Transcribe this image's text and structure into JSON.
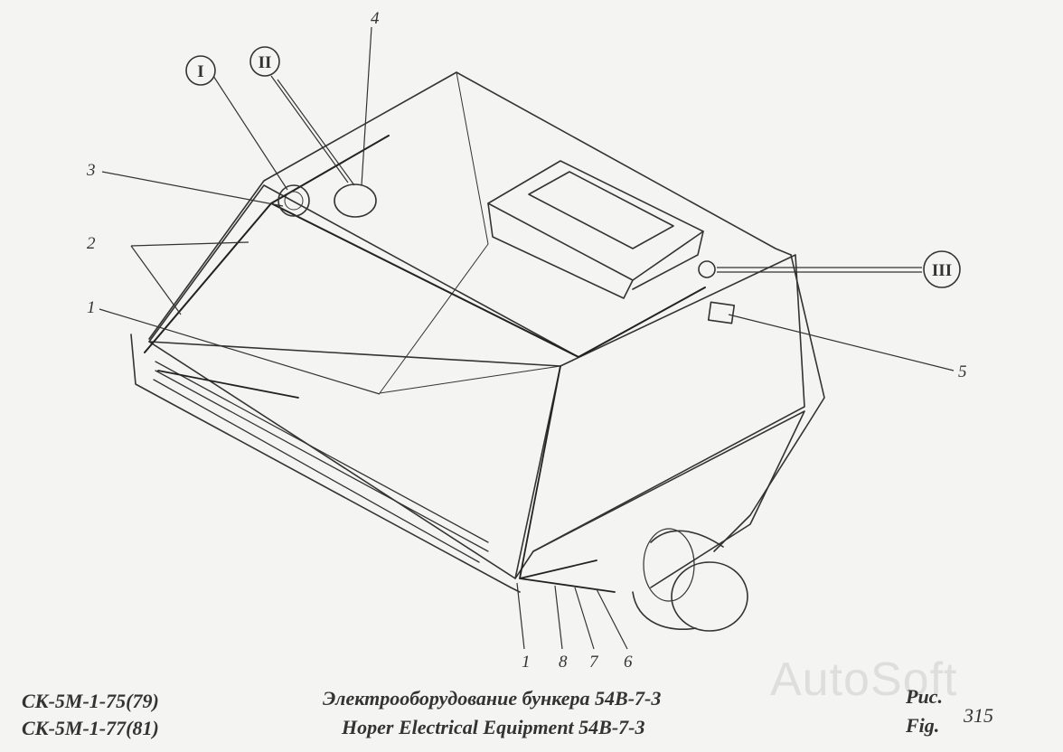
{
  "callouts": {
    "n1a": "1",
    "n1b": "1",
    "n2": "2",
    "n3": "3",
    "n4": "4",
    "n5": "5",
    "n6": "6",
    "n7": "7",
    "n8": "8",
    "rI": "I",
    "rII": "II",
    "rIII": "III"
  },
  "footer": {
    "model_1": "СК-5М-1-75(79)",
    "model_2": "СК-5М-1-77(81)",
    "title_ru": "Электрооборудование бункера 54В-7-3",
    "title_en": "Hoper Electrical Equipment  54B-7-3",
    "fig_ru": "Рис.",
    "fig_en": "Fig.",
    "fig_number": "315"
  },
  "watermark": "AutoSoft"
}
